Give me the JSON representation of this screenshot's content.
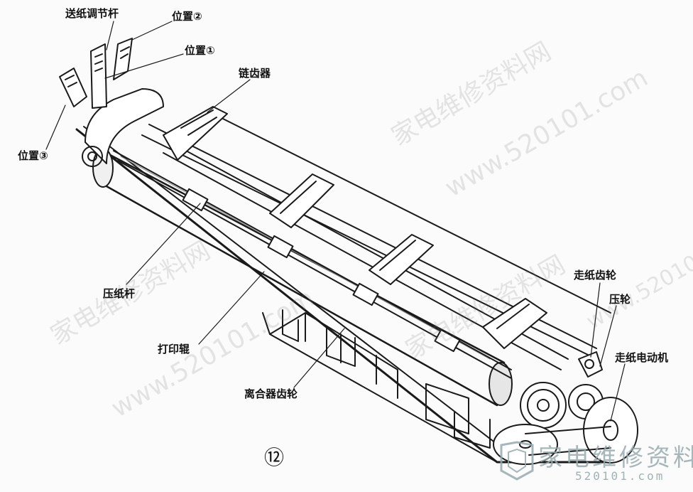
{
  "labels": {
    "feed_lever": "送纸调节杆",
    "position_2": "位置②",
    "position_1": "位置①",
    "position_3": "位置③",
    "sprocket": "链齿器",
    "bail_bar": "压纸杆",
    "platen": "打印辊",
    "clutch_gear": "离合器齿轮",
    "feed_gear": "走纸齿轮",
    "pressure_roller": "压轮",
    "feed_motor": "走纸电动机"
  },
  "figure_number": "⑫",
  "watermarks": {
    "site_cn": "家电维修资料网",
    "site_url": "www.520101.com"
  },
  "brand": {
    "text": "家电维修资料网",
    "url": "520101.com"
  },
  "colors": {
    "ink": "#111111",
    "watermark": "#9aa6a8"
  }
}
